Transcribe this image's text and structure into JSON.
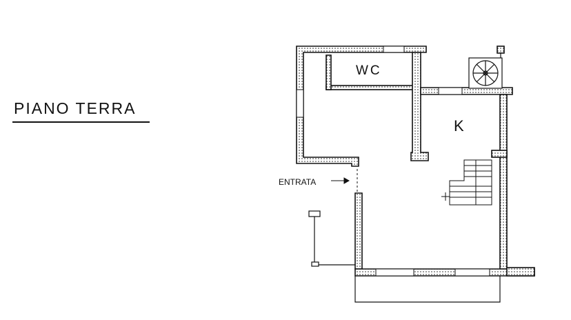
{
  "title": "PIANO TERRA",
  "rooms": {
    "wc": "WC",
    "kitchen": "K"
  },
  "entrance": {
    "label": "ENTRATA"
  },
  "colors": {
    "ink": "#111111",
    "paper": "#ffffff"
  }
}
